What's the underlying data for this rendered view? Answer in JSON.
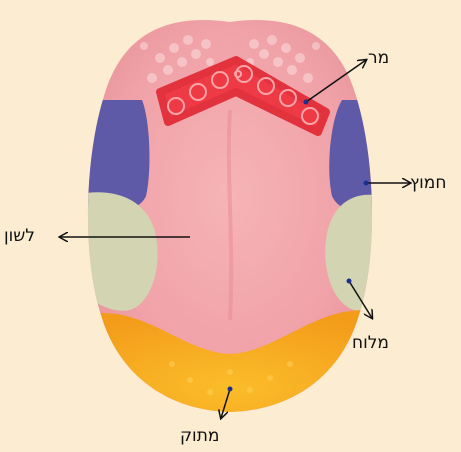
{
  "background_color": "#fcecd2",
  "tongue_color": "#f0a4aa",
  "regions": {
    "bitter": {
      "label": "מר",
      "color": "#ee3a45"
    },
    "sour": {
      "label": "חמוץ",
      "color": "#5e5aa8"
    },
    "salty": {
      "label": "מלוח",
      "color": "#d3d4b2"
    },
    "sweet": {
      "label": "מתוק",
      "color": "#f5a81e"
    },
    "tongue": {
      "label": "לשון"
    }
  }
}
